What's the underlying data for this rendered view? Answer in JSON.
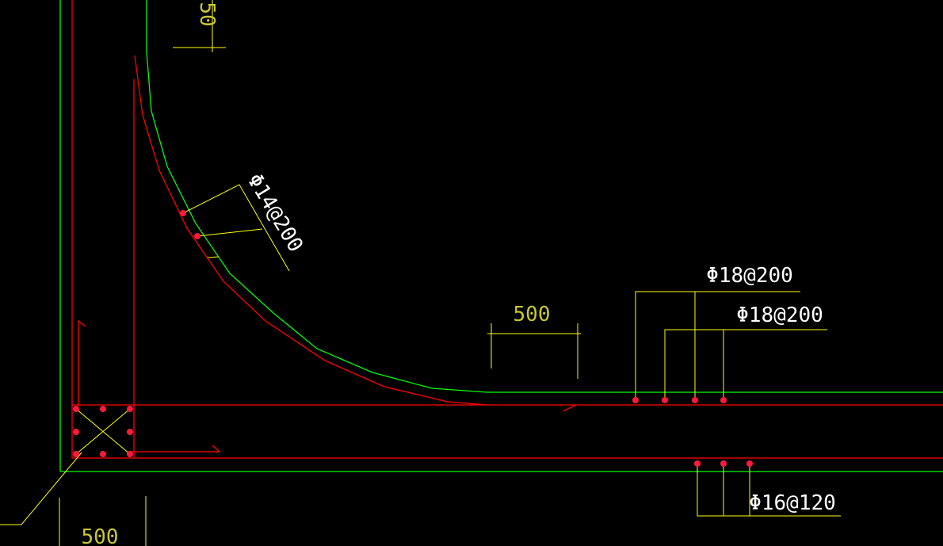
{
  "colors": {
    "background": "#000000",
    "outline": "#00ff00",
    "rebar": "#ff0000",
    "dimension": "#ffff00",
    "dimension_text": "#c8c832",
    "label_text": "#ffffff",
    "bar_dot": "#ff1a3c"
  },
  "labels": {
    "curved_rebar": "Φ14@200",
    "top_rebar_1": "Φ18@200",
    "top_rebar_2": "Φ18@200",
    "bottom_rebar": "Φ16@120"
  },
  "dimensions": {
    "top_vertical": "50",
    "horizontal_mid": "500",
    "bottom_left": "500"
  }
}
